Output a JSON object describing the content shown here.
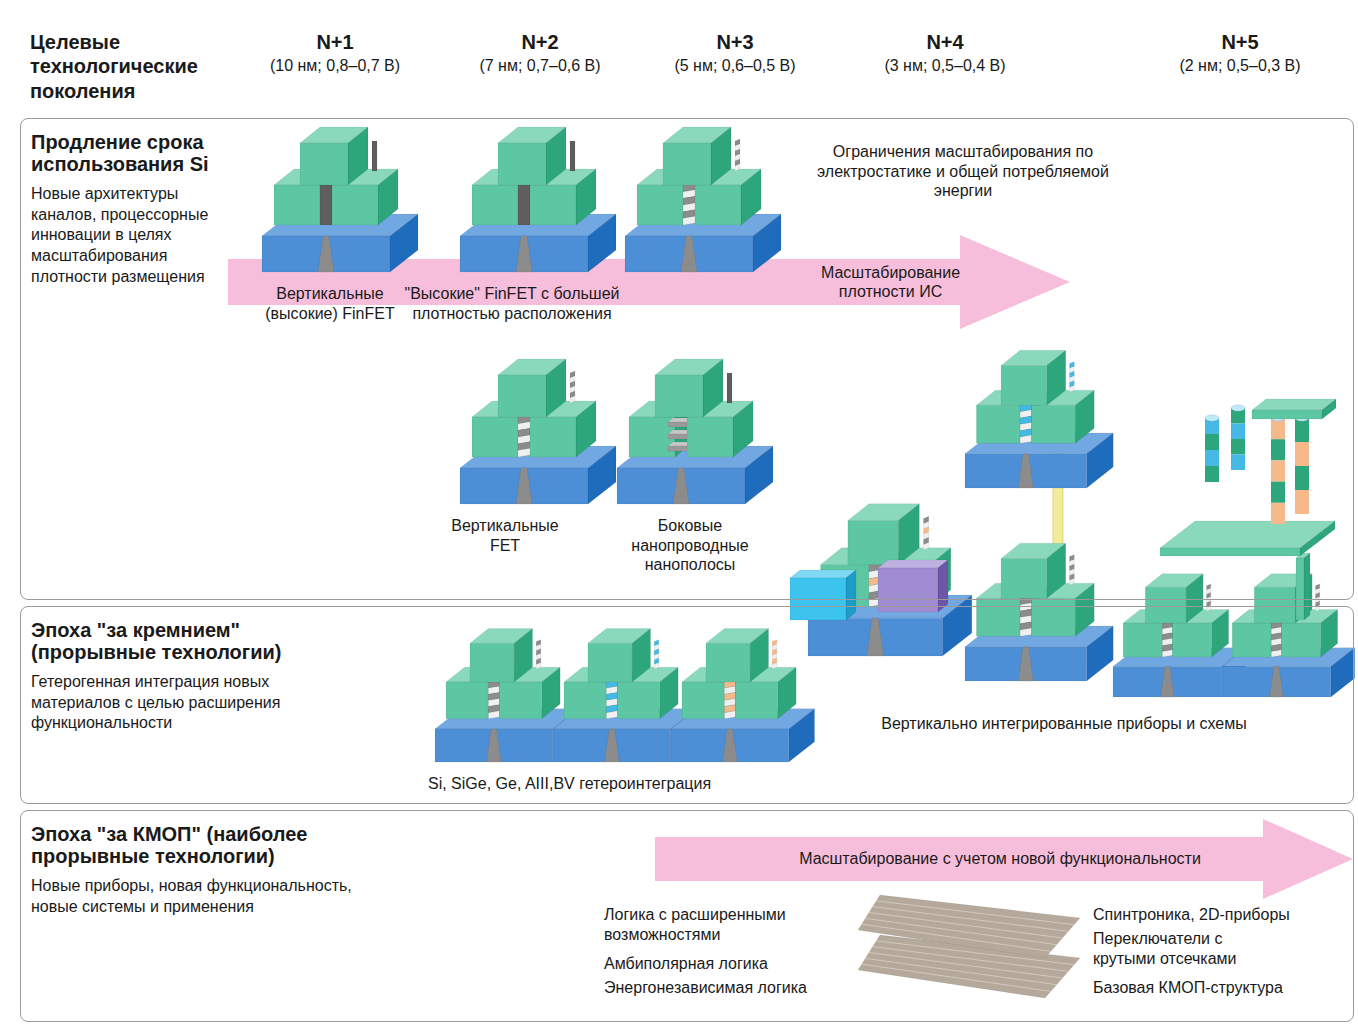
{
  "diagram": {
    "nodes": [
      {
        "text": [
          "Продление срока использования Si",
          "Новые архитектуры каналов, процессорные инновации в целях масштабирования плотности размещения"
        ]
      },
      {
        "text": [
          "Масштабирование плотности ИС"
        ],
        "in": 0
      },
      {
        "text": [
          "Эпоха \"за кремнием\" (прорывные технологии)",
          "Гетерогенная интеграция новых материалов с целью расширения функциональности"
        ]
      },
      {
        "text": [
          "Эпоха \"за КМОП\" (наиболее прорывные технологии)",
          "Новые приборы, новая функциональность, новые системы и применения"
        ]
      },
      {
        "text": [
          "Масштабирование с учетом новой функциональности"
        ],
        "in": 3
      }
    ],
    "labels": [
      "Целевые технологические поколения",
      "N+1",
      "(10 нм; 0,8–0,7 В)",
      "N+2",
      "(7 нм; 0,7–0,6 В)",
      "N+3",
      "(5 нм; 0,6–0,5 В)",
      "N+4",
      "(3 нм; 0,5–0,4 В)",
      "N+5",
      "(2 нм; 0,5–0,3 В)",
      "Ограничения масштабирования по электростатике и общей потребляемой энергии",
      "Вертикальные (высокие) FinFET",
      "\"Высокие\" FinFET с большей плотностью расположения",
      "Вертикальные FET",
      "Боковые нанопроводные нанополосы",
      "Вертикально интегрированные приборы и схемы",
      "Si, SiGe, Ge, AIII,BV гетероинтеграция",
      "Логика с расширенными возможностями",
      "Амбиполярная логика",
      "Энергонезависимая логика",
      "Спинтроника, 2D-приборы",
      "Переключатели с крутыми отсечками",
      "Базовая КМОП-структура"
    ]
  }
}
